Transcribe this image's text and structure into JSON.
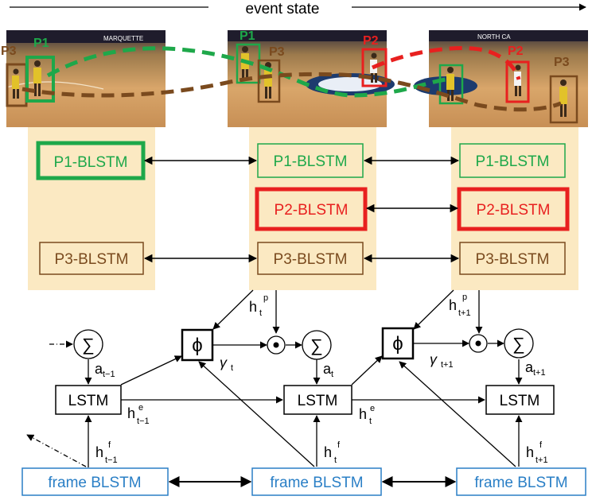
{
  "header": {
    "title": "event state"
  },
  "frames": [
    {
      "id": "frame-1",
      "player_tags": [
        "P3",
        "P1"
      ],
      "banner": "MARQUETTE"
    },
    {
      "id": "frame-2",
      "player_tags": [
        "P1",
        "P3",
        "P2"
      ]
    },
    {
      "id": "frame-3",
      "player_tags": [
        "P2",
        "P3"
      ],
      "banner": "NORTH CA"
    }
  ],
  "columns": [
    {
      "id": "col-1",
      "p1": "P1-BLSTM",
      "p3": "P3-BLSTM"
    },
    {
      "id": "col-2",
      "p1": "P1-BLSTM",
      "p2": "P2-BLSTM",
      "p3": "P3-BLSTM"
    },
    {
      "id": "col-3",
      "p1": "P1-BLSTM",
      "p2": "P2-BLSTM",
      "p3": "P3-BLSTM"
    }
  ],
  "lower": {
    "sigma": "∑",
    "phi": "ϕ",
    "odot": "⊙",
    "lstm": "LSTM",
    "frame_blstm": "frame BLSTM",
    "h": "h",
    "a": "a",
    "gamma": "γ",
    "sub_t": "t",
    "sub_tm1": "t−1",
    "sub_tp1": "t+1",
    "sup_p": "p",
    "sup_e": "e",
    "sup_f": "f"
  },
  "colors": {
    "p1": "#1ea84a",
    "p2": "#e8201f",
    "p3": "#7a4a1e",
    "panel": "#fbe9c2",
    "frame_blue": "#2a7fc6",
    "black": "#000000"
  }
}
